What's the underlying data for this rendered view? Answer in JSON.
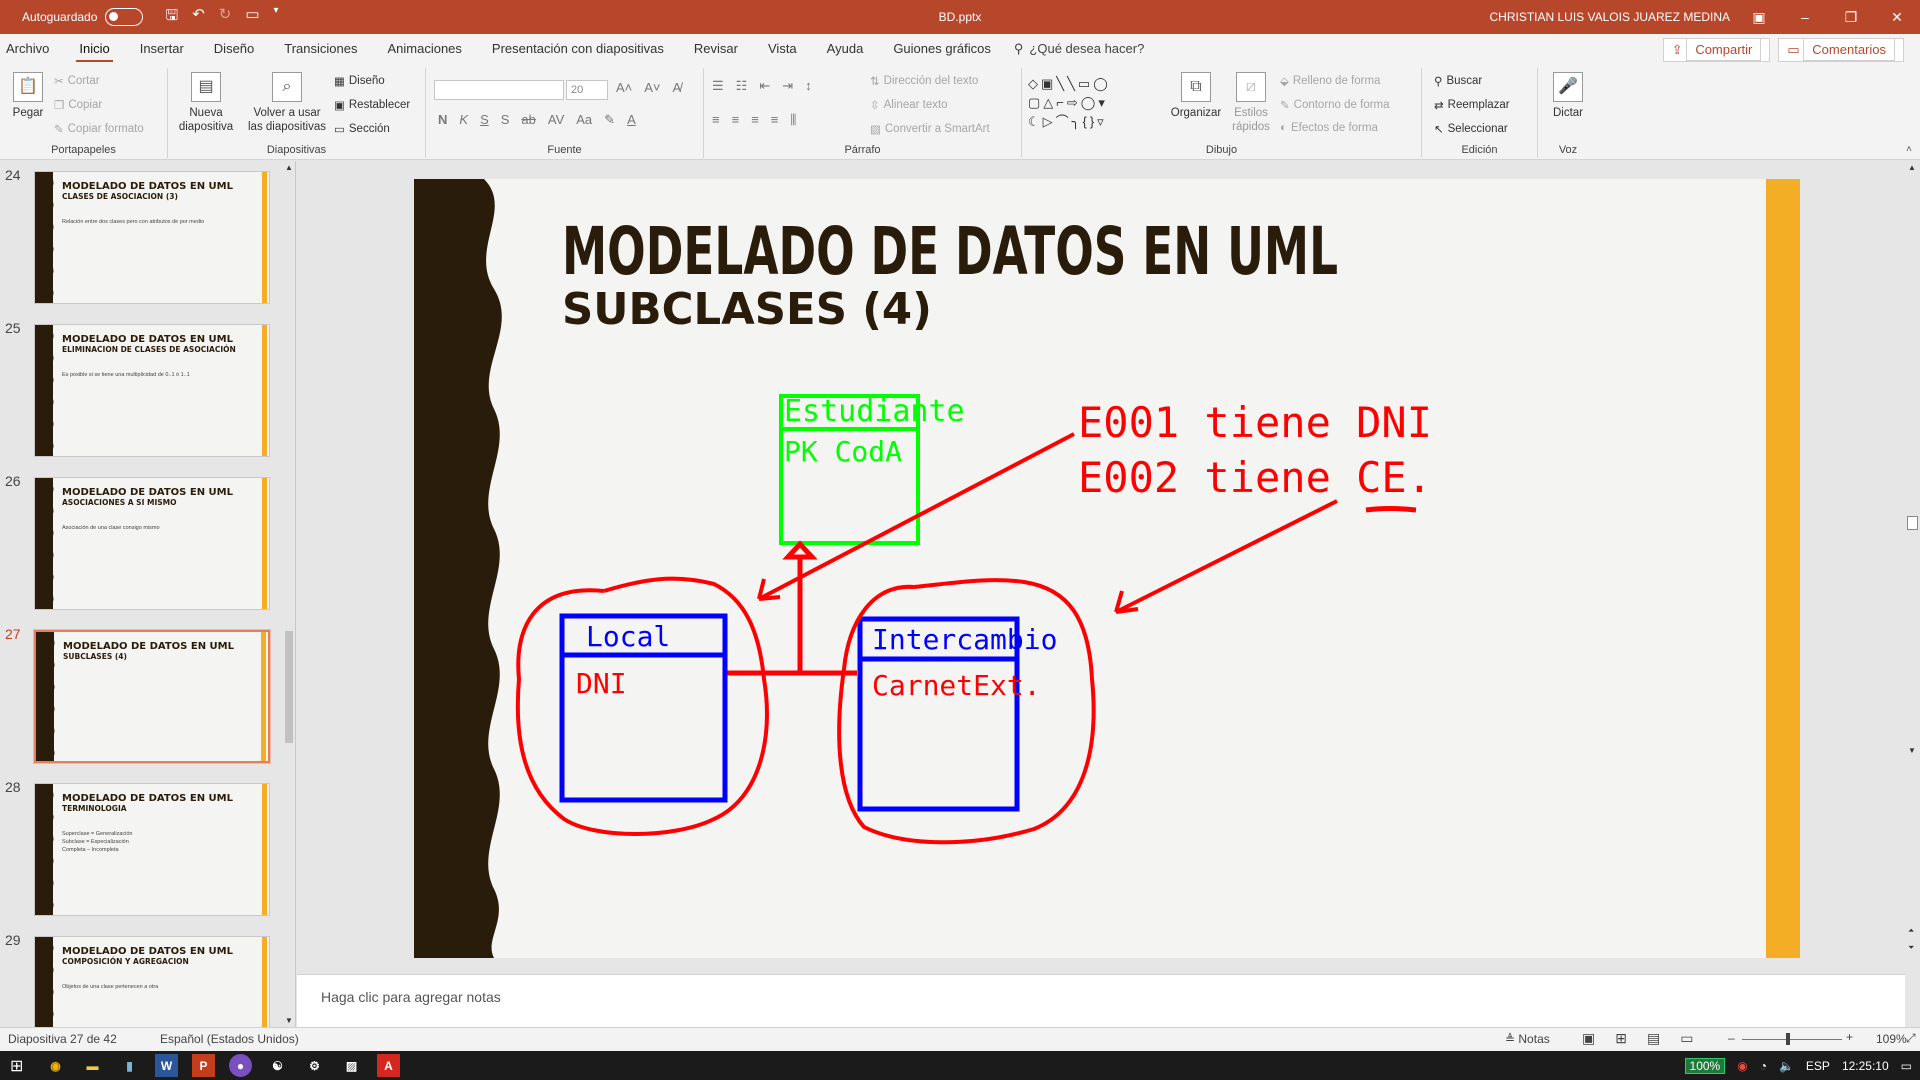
{
  "titlebar": {
    "autosave_label": "Autoguardado",
    "document": "BD.pptx",
    "user": "CHRISTIAN LUIS VALOIS JUAREZ MEDINA"
  },
  "tabs": [
    "Archivo",
    "Inicio",
    "Insertar",
    "Diseño",
    "Transiciones",
    "Animaciones",
    "Presentación con diapositivas",
    "Revisar",
    "Vista",
    "Ayuda",
    "Guiones gráficos"
  ],
  "active_tab": "Inicio",
  "tell_me": "¿Qué desea hacer?",
  "share": {
    "share_label": "Compartir",
    "comments_label": "Comentarios"
  },
  "ribbon": {
    "clipboard": {
      "label": "Portapapeles",
      "paste": "Pegar",
      "cut": "Cortar",
      "copy": "Copiar",
      "format_painter": "Copiar formato"
    },
    "slides": {
      "label": "Diapositivas",
      "new_slide_1": "Nueva",
      "new_slide_2": "diapositiva",
      "reuse_1": "Volver a usar",
      "reuse_2": "las diapositivas",
      "layout": "Diseño",
      "reset": "Restablecer",
      "section": "Sección"
    },
    "font": {
      "label": "Fuente",
      "font_size": "20"
    },
    "paragraph": {
      "label": "Párrafo",
      "text_direction": "Dirección del texto",
      "align_text": "Alinear texto",
      "smartart": "Convertir a SmartArt"
    },
    "drawing": {
      "label": "Dibujo",
      "arrange": "Organizar",
      "styles_1": "Estilos",
      "styles_2": "rápidos",
      "fill": "Relleno de forma",
      "outline": "Contorno de forma",
      "effects": "Efectos de forma"
    },
    "editing": {
      "label": "Edición",
      "find": "Buscar",
      "replace": "Reemplazar",
      "select": "Seleccionar"
    },
    "voice": {
      "label": "Voz",
      "dictate": "Dictar"
    }
  },
  "thumbnails": [
    {
      "num": "24",
      "title": "MODELADO DE DATOS EN UML",
      "subtitle": "CLASES DE ASOCIACION (3)",
      "body": "Relación entre dos clases pero con atributos de por medio"
    },
    {
      "num": "25",
      "title": "MODELADO DE DATOS EN UML",
      "subtitle": "ELIMINACION DE CLASES DE ASOCIACIÓN",
      "body": "Es posible si se tiene una multiplicidad de 0..1 ó 1..1"
    },
    {
      "num": "26",
      "title": "MODELADO DE DATOS EN UML",
      "subtitle": "ASOCIACIONES A SI MISMO",
      "body": "Asociación de una clase consigo mismo"
    },
    {
      "num": "27",
      "title": "MODELADO DE DATOS EN UML",
      "subtitle": "SUBCLASES (4)",
      "body": ""
    },
    {
      "num": "28",
      "title": "MODELADO DE DATOS EN UML",
      "subtitle": "TERMINOLOGIA",
      "body": "Superclase = Generalización\nSubclase = Especialización\nCompleta – Incompleta"
    },
    {
      "num": "29",
      "title": "MODELADO DE DATOS EN UML",
      "subtitle": "COMPOSICIÓN Y AGREGACION",
      "body": "Objetos de una clase pertenecen a otra"
    }
  ],
  "slide": {
    "title": "MODELADO DE DATOS EN UML",
    "subtitle": "SUBCLASES (4)",
    "superclass": {
      "name": "Estudiante",
      "attr": "PK CodA"
    },
    "subclass_left": {
      "name": "Local",
      "attr": "DNI"
    },
    "subclass_right": {
      "name": "Intercambio",
      "attr": "CarnetExt."
    },
    "note_line1": "E001 tiene DNI",
    "note_line2": "E002 tiene CE.",
    "colors": {
      "green": "#00ff00",
      "blue": "#0000ff",
      "red": "#ff0000",
      "dark": "#2a1c0a",
      "accent": "#f4ae25"
    }
  },
  "notes_placeholder": "Haga clic para agregar notas",
  "status": {
    "slide_count": "Diapositiva 27 de 42",
    "language": "Español (Estados Unidos)",
    "notes": "Notas",
    "zoom": "109%"
  },
  "taskbar": {
    "battery": "100%",
    "lang": "ESP",
    "time": "12:25:10"
  }
}
